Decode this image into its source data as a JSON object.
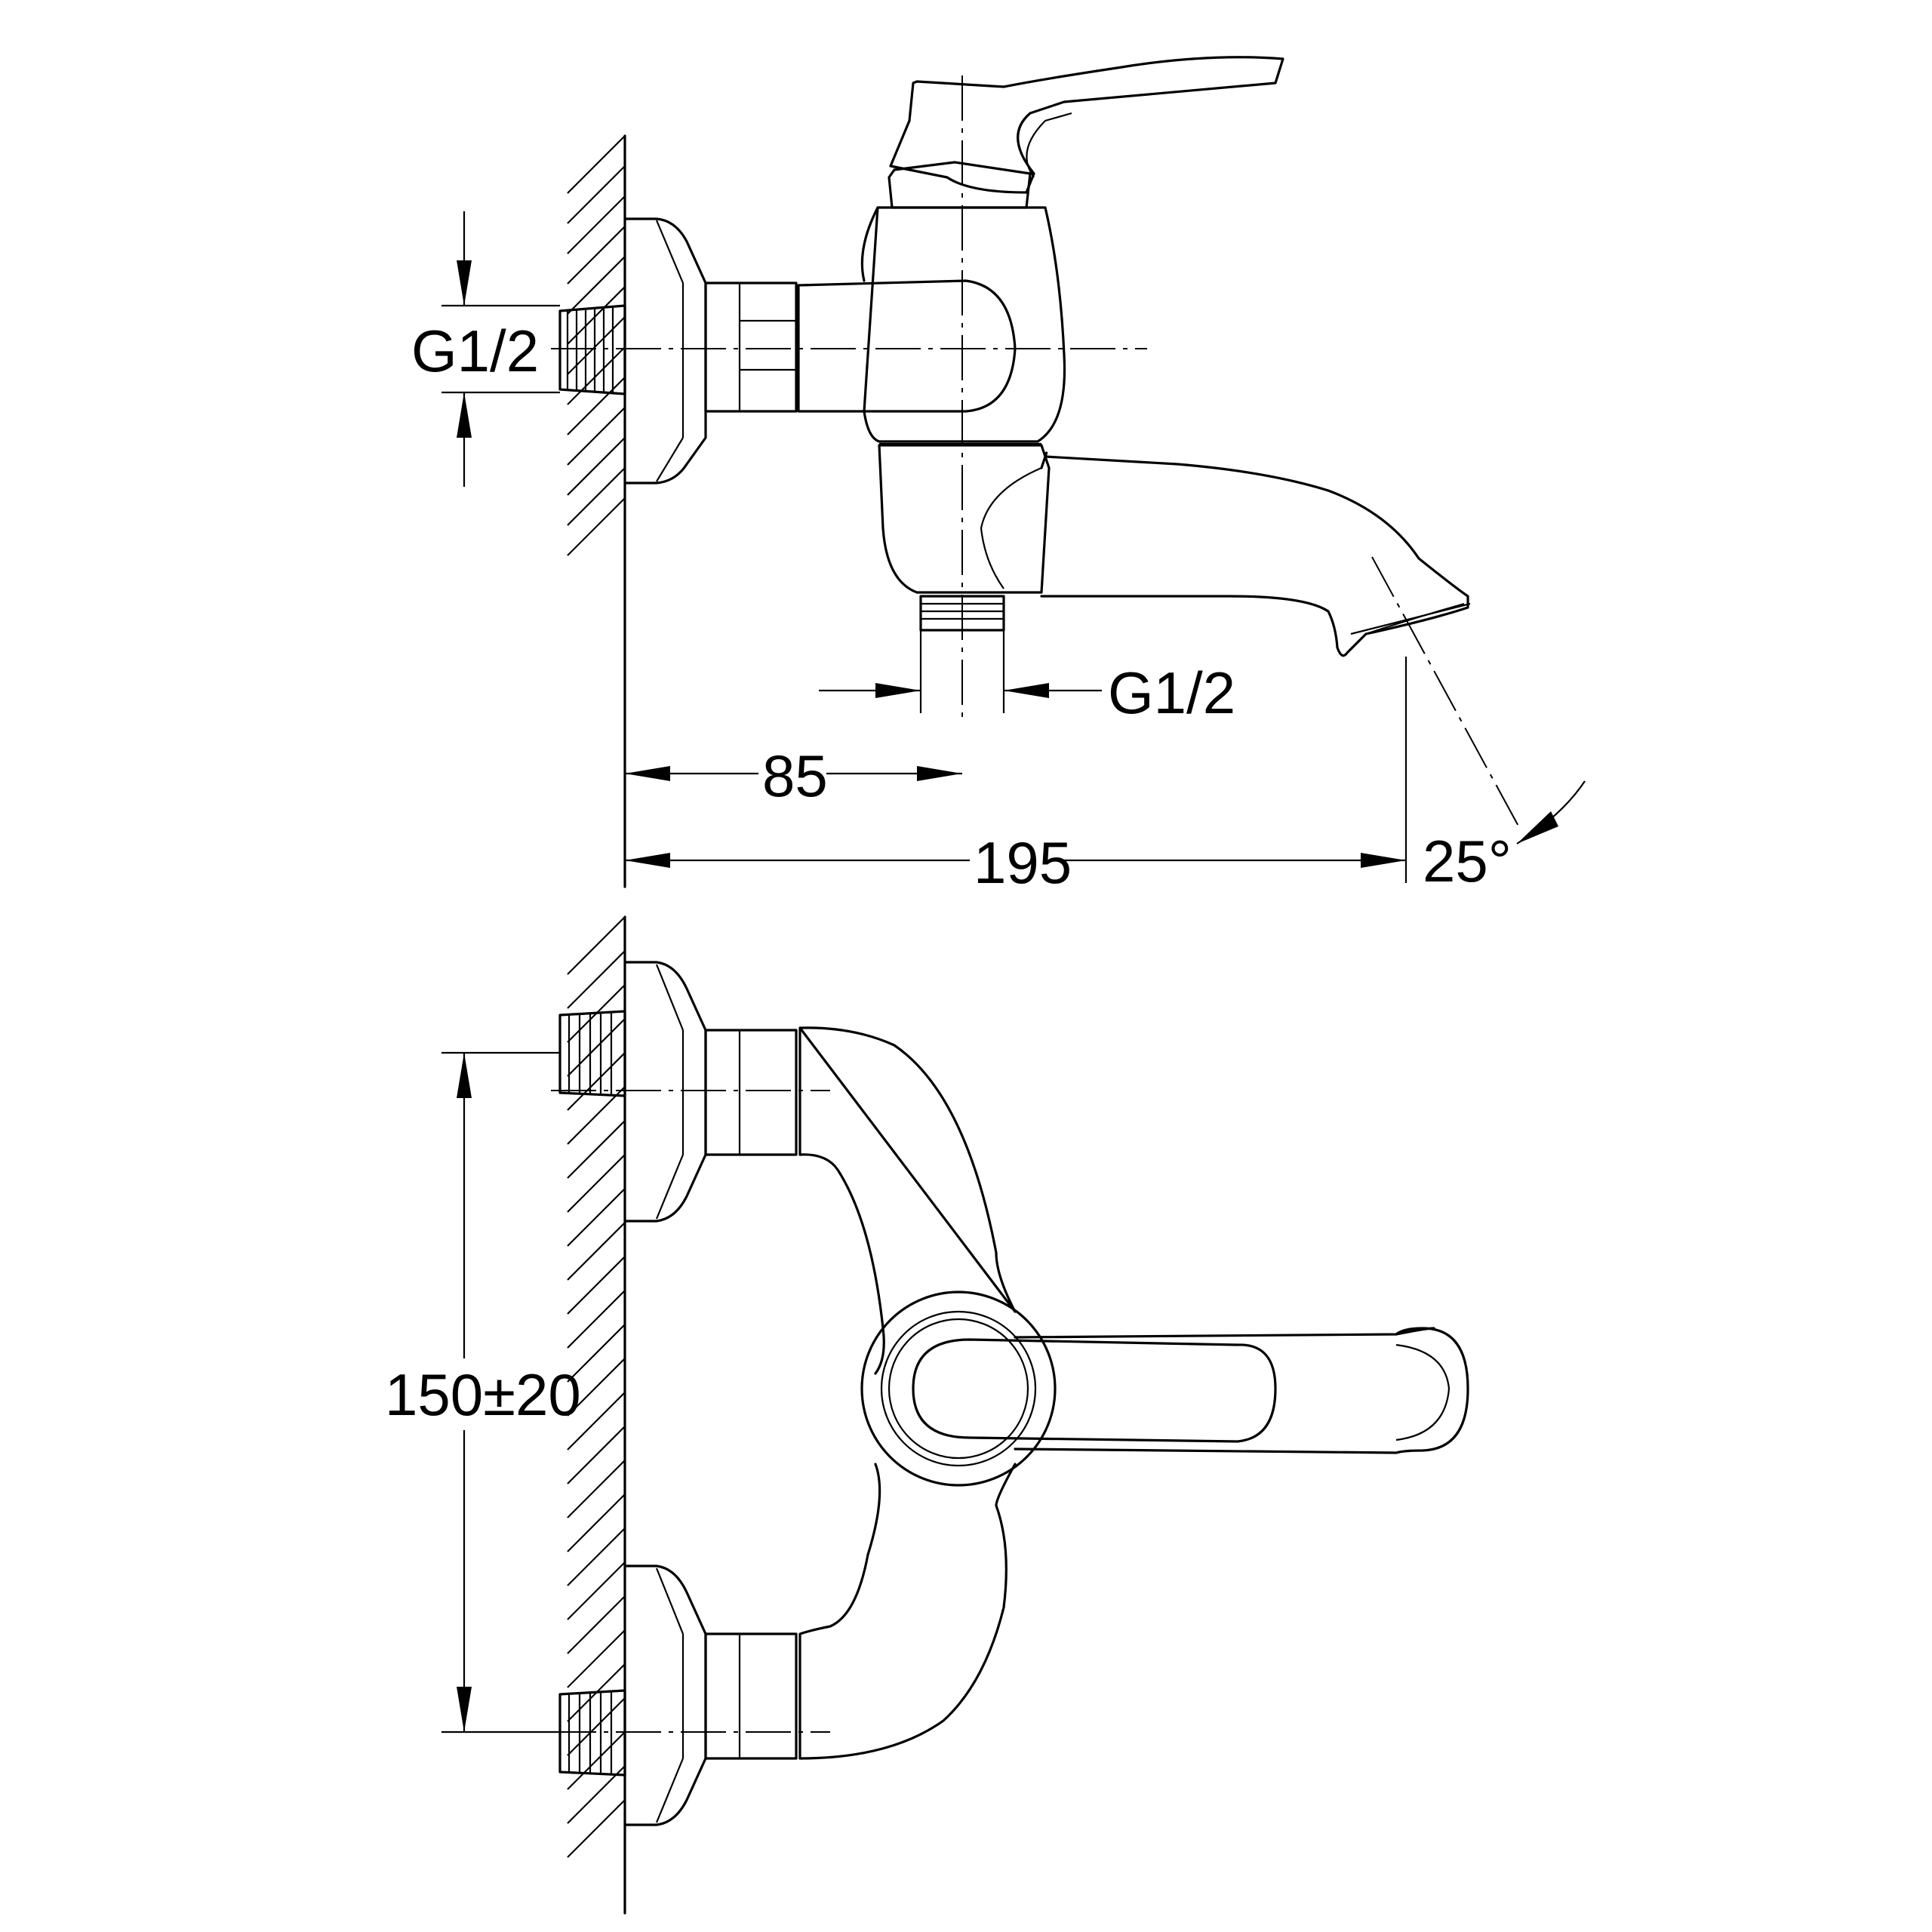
{
  "top_view": {
    "inlet_thread_label": "G1/2",
    "outlet_thread_label": "G1/2",
    "wall_to_outlet_label": "85",
    "overall_projection_label": "195",
    "spout_angle_label": "25°"
  },
  "front_view": {
    "inlet_spacing_label": "150±20"
  }
}
